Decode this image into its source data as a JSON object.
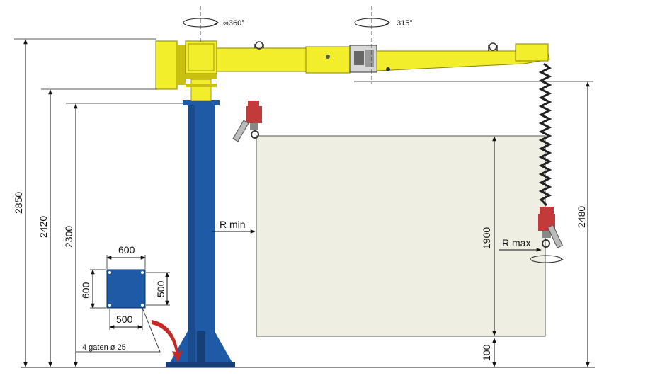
{
  "colors": {
    "column": "#1f5aa6",
    "column_dark": "#163f78",
    "arm": "#f3ee2b",
    "arm_dark": "#c9bf10",
    "work_area": "#eeeee3",
    "tool": "#c23a3a",
    "arrow": "#c62828",
    "line": "#222222"
  },
  "rotation": {
    "column": "∞360°",
    "arm": "315°"
  },
  "dimensions": {
    "total_height": "2850",
    "arm_height": "2420",
    "column_height": "2300",
    "hook_height": "2480",
    "work_height": "1900",
    "base_gap": "100"
  },
  "reach": {
    "min": "R min",
    "max": "R max"
  },
  "base_plate": {
    "width_outer": "600",
    "height_outer": "600",
    "width_inner": "500",
    "height_inner": "500",
    "holes_note": "4 gaten ø 25"
  }
}
